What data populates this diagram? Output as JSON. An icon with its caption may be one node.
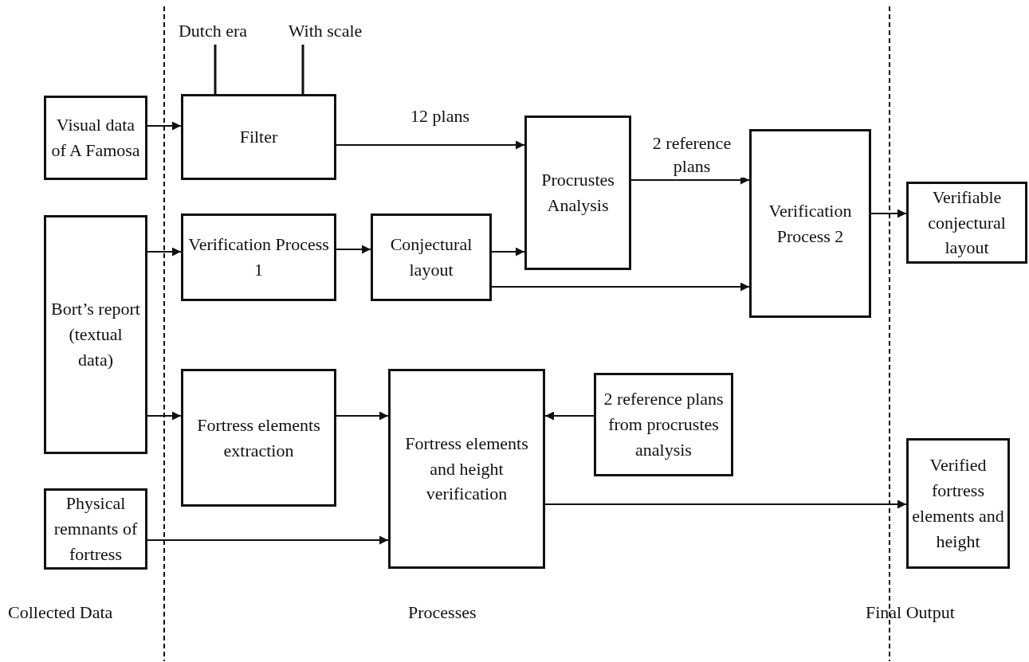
{
  "diagram": {
    "nodes": [
      {
        "text": [
          "Visual data of A Famosa"
        ]
      },
      {
        "text": [
          "Bort’s report (textual data)"
        ]
      },
      {
        "text": [
          "Physical remnants of fortress"
        ]
      },
      {
        "text": [
          "Dutch era"
        ]
      },
      {
        "text": [
          "With scale"
        ]
      },
      {
        "text": [
          "Filter"
        ]
      },
      {
        "text": [
          "Verification Process 1"
        ]
      },
      {
        "text": [
          "Conjectural layout"
        ]
      },
      {
        "text": [
          "Procrustes Analysis"
        ]
      },
      {
        "text": [
          "Verification Process 2"
        ]
      },
      {
        "text": [
          "Verifiable conjectural layout"
        ]
      },
      {
        "text": [
          "Fortress elements extraction"
        ]
      },
      {
        "text": [
          "Fortress elements and height verification"
        ]
      },
      {
        "text": [
          "2 reference plans from procrustes analysis"
        ]
      },
      {
        "text": [
          "Verified fortress elements and height"
        ]
      }
    ],
    "edges": [
      {
        "from": 0,
        "to": 5,
        "arrow": "to"
      },
      {
        "from": 3,
        "to": 5,
        "arrow": "none"
      },
      {
        "from": 4,
        "to": 5,
        "arrow": "none"
      },
      {
        "from": 5,
        "to": 8,
        "arrow": "to",
        "label": "12 plans"
      },
      {
        "from": 1,
        "to": 6,
        "arrow": "to"
      },
      {
        "from": 6,
        "to": 7,
        "arrow": "to"
      },
      {
        "from": 7,
        "to": 8,
        "arrow": "to"
      },
      {
        "from": 8,
        "to": 9,
        "arrow": "to",
        "label": "2 reference plans"
      },
      {
        "from": 7,
        "to": 9,
        "arrow": "to"
      },
      {
        "from": 9,
        "to": 10,
        "arrow": "to"
      },
      {
        "from": 1,
        "to": 11,
        "arrow": "to"
      },
      {
        "from": 11,
        "to": 12,
        "arrow": "to"
      },
      {
        "from": 13,
        "to": 12,
        "arrow": "to"
      },
      {
        "from": 2,
        "to": 12,
        "arrow": "to"
      },
      {
        "from": 12,
        "to": 14,
        "arrow": "to"
      }
    ],
    "labels": [
      "Collected Data",
      "Processes",
      "Final Output"
    ]
  }
}
